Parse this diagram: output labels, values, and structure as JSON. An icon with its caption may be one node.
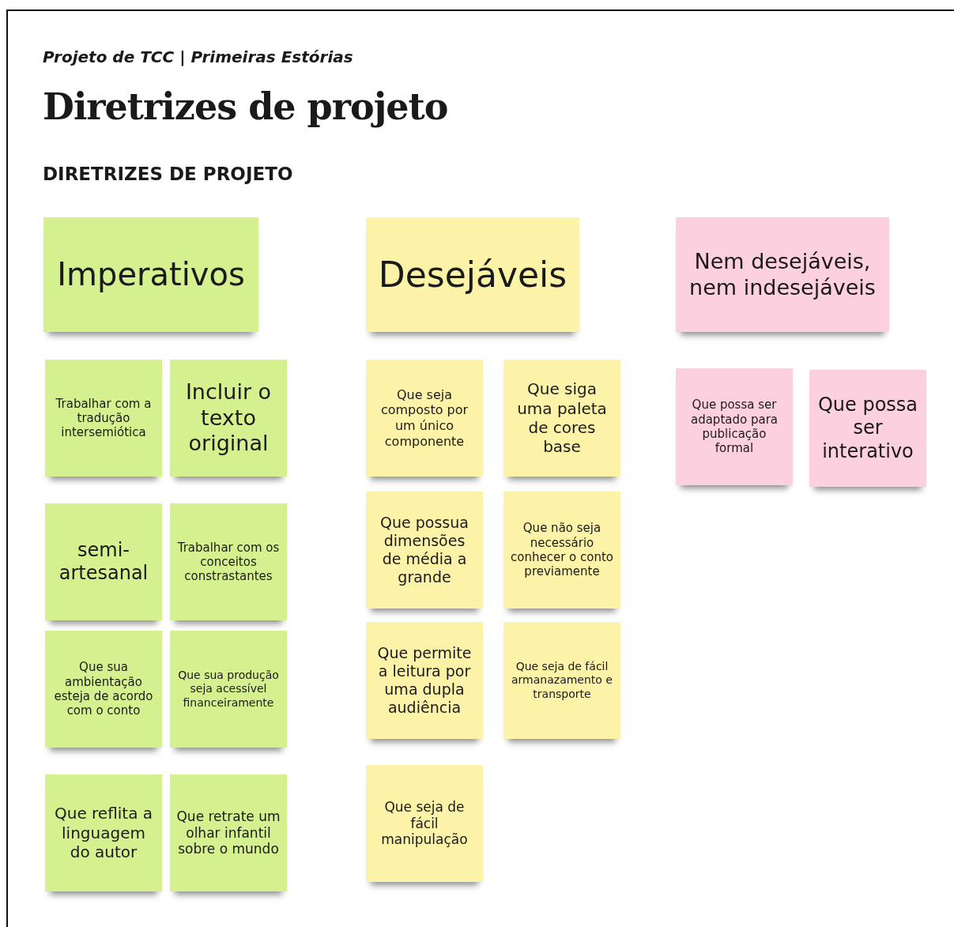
{
  "diagram": {
    "title": "Diretrizes de projeto",
    "nodes": [
      {
        "text": [
          "Imperativos"
        ]
      },
      {
        "text": [
          "Trabalhar com a tradução intersemiótica"
        ]
      },
      {
        "text": [
          "Incluir o texto original"
        ]
      },
      {
        "text": [
          "semi-artesanal"
        ]
      },
      {
        "text": [
          "Trabalhar com os conceitos constrastantes"
        ]
      },
      {
        "text": [
          "Que sua ambientação esteja de acordo com o conto"
        ]
      },
      {
        "text": [
          "Que sua produção seja acessível financeiramente"
        ]
      },
      {
        "text": [
          "Que reflita a linguagem do autor"
        ]
      },
      {
        "text": [
          "Que retrate um olhar infantil sobre o mundo"
        ]
      },
      {
        "text": [
          "Desejáveis"
        ]
      },
      {
        "text": [
          "Que seja composto por um único componente"
        ]
      },
      {
        "text": [
          "Que siga uma paleta de cores base"
        ]
      },
      {
        "text": [
          "Que possua dimensões de média a grande"
        ]
      },
      {
        "text": [
          "Que não seja necessário conhecer o conto previamente"
        ]
      },
      {
        "text": [
          "Que permite a leitura por uma dupla audiência"
        ]
      },
      {
        "text": [
          "Que seja de fácil armanazamento e transporte"
        ]
      },
      {
        "text": [
          "Que seja de fácil manipulação"
        ]
      },
      {
        "text": [
          "Nem desejáveis, nem indesejáveis"
        ]
      },
      {
        "text": [
          "Que possa ser adaptado para publicação formal"
        ]
      },
      {
        "text": [
          "Que possa ser interativo"
        ]
      }
    ],
    "labels": [
      "Projeto de TCC | Primeiras Estórias",
      "DIRETRIZES DE PROJETO"
    ]
  }
}
